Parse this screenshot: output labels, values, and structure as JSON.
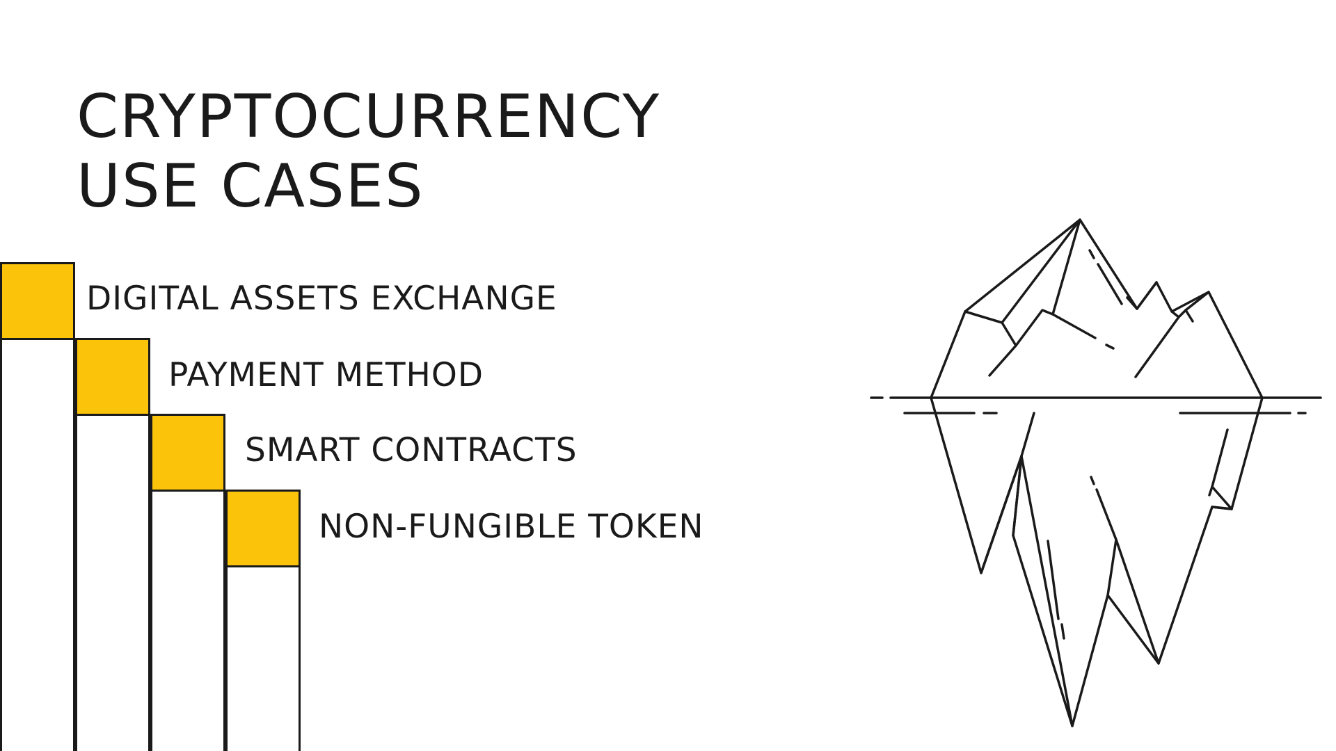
{
  "title": {
    "line1": "CRYPTOCURRENCY",
    "line2": "USE CASES"
  },
  "use_cases": [
    {
      "label": "DIGITAL ASSETS EXCHANGE"
    },
    {
      "label": "PAYMENT METHOD"
    },
    {
      "label": "SMART CONTRACTS"
    },
    {
      "label": "NON-FUNGIBLE TOKEN"
    }
  ],
  "colors": {
    "accent": "#fcc30b",
    "line": "#1a1a1a",
    "background": "#ffffff"
  },
  "illustration": {
    "icon": "iceberg-icon"
  }
}
